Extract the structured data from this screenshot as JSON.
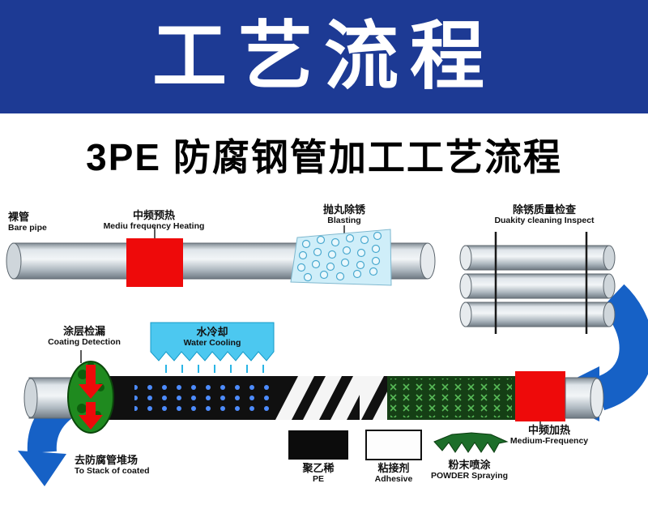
{
  "banner": {
    "title": "工艺流程"
  },
  "subtitle": "3PE 防腐钢管加工工艺流程",
  "stations": {
    "bare_pipe": {
      "zh": "裸管",
      "en": "Bare pipe"
    },
    "preheat": {
      "zh": "中频预热",
      "en": "Mediu frequency Heating"
    },
    "blasting": {
      "zh": "抛丸除锈",
      "en": "Blasting"
    },
    "inspection": {
      "zh": "除锈质量检查",
      "en": "Duakity cleaning Inspect"
    },
    "coating_detection": {
      "zh": "涂层检漏",
      "en": "Coating Detection"
    },
    "water_cooling": {
      "zh": "水冷却",
      "en": "Water Cooling"
    },
    "pe": {
      "zh": "聚乙稀",
      "en": "PE"
    },
    "adhesive": {
      "zh": "粘接剂",
      "en": "Adhesive"
    },
    "powder_spraying": {
      "zh": "粉末喷涂",
      "en": "POWDER Spraying"
    },
    "medium_freq_heating": {
      "zh": "中频加热",
      "en": "Medium-Frequency"
    },
    "to_stockyard": {
      "zh": "去防腐管堆场",
      "en": "To Stack of coated"
    }
  },
  "colors": {
    "banner_blue": "#1d3a94",
    "highlight_red": "#ee0a0a",
    "arrow_blue": "#1661c6",
    "water_cyan": "#4cc8f0",
    "blasting_blue": "#cfeef9",
    "detection_green": "#1f8a1f",
    "powder_green": "#1d6e2a",
    "pipe_green_coating": "#153f15"
  }
}
